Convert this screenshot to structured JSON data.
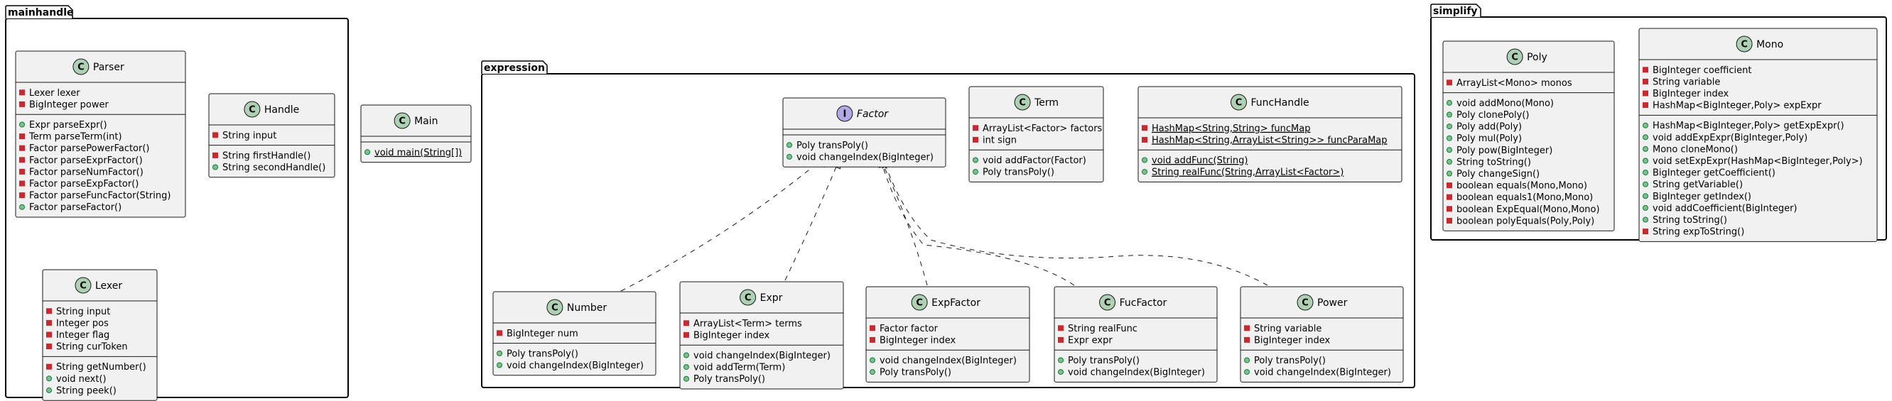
{
  "packages": [
    {
      "id": "mainhandle",
      "name": "mainhandle",
      "classes": [
        {
          "id": "Parser",
          "kind": "class",
          "name": "Parser",
          "fields": [
            {
              "vis": "private",
              "text": "Lexer lexer"
            },
            {
              "vis": "private",
              "text": "BigInteger power"
            }
          ],
          "methods": [
            {
              "vis": "public",
              "text": "Expr parseExpr()"
            },
            {
              "vis": "private",
              "text": "Term parseTerm(int)"
            },
            {
              "vis": "private",
              "text": "Factor parsePowerFactor()"
            },
            {
              "vis": "private",
              "text": "Factor parseExprFactor()"
            },
            {
              "vis": "private",
              "text": "Factor parseNumFactor()"
            },
            {
              "vis": "private",
              "text": "Factor parseExpFactor()"
            },
            {
              "vis": "private",
              "text": "Factor parseFuncFactor(String)"
            },
            {
              "vis": "public",
              "text": "Factor parseFactor()"
            }
          ]
        },
        {
          "id": "Handle",
          "kind": "class",
          "name": "Handle",
          "fields": [
            {
              "vis": "private",
              "text": "String input"
            }
          ],
          "methods": [
            {
              "vis": "private",
              "text": "String firstHandle()"
            },
            {
              "vis": "public",
              "text": "String secondHandle()"
            }
          ]
        },
        {
          "id": "Lexer",
          "kind": "class",
          "name": "Lexer",
          "fields": [
            {
              "vis": "private",
              "text": "String input"
            },
            {
              "vis": "private",
              "text": "Integer pos"
            },
            {
              "vis": "private",
              "text": "Integer flag"
            },
            {
              "vis": "private",
              "text": "String curToken"
            }
          ],
          "methods": [
            {
              "vis": "private",
              "text": "String getNumber()"
            },
            {
              "vis": "public",
              "text": "void next()"
            },
            {
              "vis": "public",
              "text": "String peek()"
            }
          ]
        }
      ]
    },
    {
      "id": "expression",
      "name": "expression",
      "classes": [
        {
          "id": "Factor",
          "kind": "interface",
          "name": "Factor",
          "fields": [],
          "methods": [
            {
              "vis": "public",
              "text": "Poly transPoly()"
            },
            {
              "vis": "public",
              "text": "void changeIndex(BigInteger)"
            }
          ]
        },
        {
          "id": "Term",
          "kind": "class",
          "name": "Term",
          "fields": [
            {
              "vis": "private",
              "text": "ArrayList<Factor> factors"
            },
            {
              "vis": "private",
              "text": "int sign"
            }
          ],
          "methods": [
            {
              "vis": "public",
              "text": "void addFactor(Factor)"
            },
            {
              "vis": "public",
              "text": "Poly transPoly()"
            }
          ]
        },
        {
          "id": "FuncHandle",
          "kind": "class",
          "name": "FuncHandle",
          "fields": [
            {
              "vis": "private",
              "text": "HashMap<String,String> funcMap",
              "static": true
            },
            {
              "vis": "private",
              "text": "HashMap<String,ArrayList<String>> funcParaMap",
              "static": true
            }
          ],
          "methods": [
            {
              "vis": "public",
              "text": "void addFunc(String)",
              "static": true
            },
            {
              "vis": "public",
              "text": "String realFunc(String,ArrayList<Factor>)",
              "static": true
            }
          ]
        },
        {
          "id": "Number",
          "kind": "class",
          "name": "Number",
          "fields": [
            {
              "vis": "private",
              "text": "BigInteger num"
            }
          ],
          "methods": [
            {
              "vis": "public",
              "text": "Poly transPoly()"
            },
            {
              "vis": "public",
              "text": "void changeIndex(BigInteger)"
            }
          ]
        },
        {
          "id": "Expr",
          "kind": "class",
          "name": "Expr",
          "fields": [
            {
              "vis": "private",
              "text": "ArrayList<Term> terms"
            },
            {
              "vis": "private",
              "text": "BigInteger index"
            }
          ],
          "methods": [
            {
              "vis": "public",
              "text": "void changeIndex(BigInteger)"
            },
            {
              "vis": "public",
              "text": "void addTerm(Term)"
            },
            {
              "vis": "public",
              "text": "Poly transPoly()"
            }
          ]
        },
        {
          "id": "ExpFactor",
          "kind": "class",
          "name": "ExpFactor",
          "fields": [
            {
              "vis": "private",
              "text": "Factor factor"
            },
            {
              "vis": "private",
              "text": "BigInteger index"
            }
          ],
          "methods": [
            {
              "vis": "public",
              "text": "void changeIndex(BigInteger)"
            },
            {
              "vis": "public",
              "text": "Poly transPoly()"
            }
          ]
        },
        {
          "id": "FucFactor",
          "kind": "class",
          "name": "FucFactor",
          "fields": [
            {
              "vis": "private",
              "text": "String realFunc"
            },
            {
              "vis": "private",
              "text": "Expr expr"
            }
          ],
          "methods": [
            {
              "vis": "public",
              "text": "Poly transPoly()"
            },
            {
              "vis": "public",
              "text": "void changeIndex(BigInteger)"
            }
          ]
        },
        {
          "id": "Power",
          "kind": "class",
          "name": "Power",
          "fields": [
            {
              "vis": "private",
              "text": "String variable"
            },
            {
              "vis": "private",
              "text": "BigInteger index"
            }
          ],
          "methods": [
            {
              "vis": "public",
              "text": "Poly transPoly()"
            },
            {
              "vis": "public",
              "text": "void changeIndex(BigInteger)"
            }
          ]
        }
      ]
    },
    {
      "id": "simplify",
      "name": "simplify",
      "classes": [
        {
          "id": "Poly",
          "kind": "class",
          "name": "Poly",
          "fields": [
            {
              "vis": "private",
              "text": "ArrayList<Mono> monos"
            }
          ],
          "methods": [
            {
              "vis": "public",
              "text": "void addMono(Mono)"
            },
            {
              "vis": "public",
              "text": "Poly clonePoly()"
            },
            {
              "vis": "public",
              "text": "Poly add(Poly)"
            },
            {
              "vis": "public",
              "text": "Poly mul(Poly)"
            },
            {
              "vis": "public",
              "text": "Poly pow(BigInteger)"
            },
            {
              "vis": "public",
              "text": "String toString()"
            },
            {
              "vis": "public",
              "text": "Poly changeSign()"
            },
            {
              "vis": "private",
              "text": "boolean equals(Mono,Mono)"
            },
            {
              "vis": "private",
              "text": "boolean equals1(Mono,Mono)"
            },
            {
              "vis": "private",
              "text": "boolean ExpEqual(Mono,Mono)"
            },
            {
              "vis": "private",
              "text": "boolean polyEquals(Poly,Poly)"
            }
          ]
        },
        {
          "id": "Mono",
          "kind": "class",
          "name": "Mono",
          "fields": [
            {
              "vis": "private",
              "text": "BigInteger coefficient"
            },
            {
              "vis": "private",
              "text": "String variable"
            },
            {
              "vis": "private",
              "text": "BigInteger index"
            },
            {
              "vis": "private",
              "text": "HashMap<BigInteger,Poly> expExpr"
            }
          ],
          "methods": [
            {
              "vis": "public",
              "text": "HashMap<BigInteger,Poly> getExpExpr()"
            },
            {
              "vis": "public",
              "text": "void addExpExpr(BigInteger,Poly)"
            },
            {
              "vis": "public",
              "text": "Mono cloneMono()"
            },
            {
              "vis": "public",
              "text": "void setExpExpr(HashMap<BigInteger,Poly>)"
            },
            {
              "vis": "public",
              "text": "BigInteger getCoefficient()"
            },
            {
              "vis": "public",
              "text": "String getVariable()"
            },
            {
              "vis": "public",
              "text": "BigInteger getIndex()"
            },
            {
              "vis": "public",
              "text": "void addCoefficient(BigInteger)"
            },
            {
              "vis": "public",
              "text": "String toString()"
            },
            {
              "vis": "private",
              "text": "String expToString()"
            }
          ]
        }
      ]
    }
  ],
  "standalone_classes": [
    {
      "id": "Main",
      "kind": "class",
      "name": "Main",
      "fields": [],
      "methods": [
        {
          "vis": "public",
          "text": "void main(String[])",
          "static": true
        }
      ]
    }
  ],
  "relations": [
    {
      "type": "realization",
      "from": "Number",
      "to": "Factor"
    },
    {
      "type": "realization",
      "from": "Expr",
      "to": "Factor"
    },
    {
      "type": "realization",
      "from": "ExpFactor",
      "to": "Factor"
    },
    {
      "type": "realization",
      "from": "FucFactor",
      "to": "Factor"
    },
    {
      "type": "realization",
      "from": "Power",
      "to": "Factor"
    }
  ],
  "badge_letters": {
    "class": "C",
    "interface": "I"
  },
  "colors": {
    "class_fill": "#f1f1f1",
    "class_badge": "#add1b2",
    "interface_badge": "#b4a7e5",
    "private_marker": "#c82930",
    "public_marker": "#84be84",
    "line": "#181818"
  }
}
